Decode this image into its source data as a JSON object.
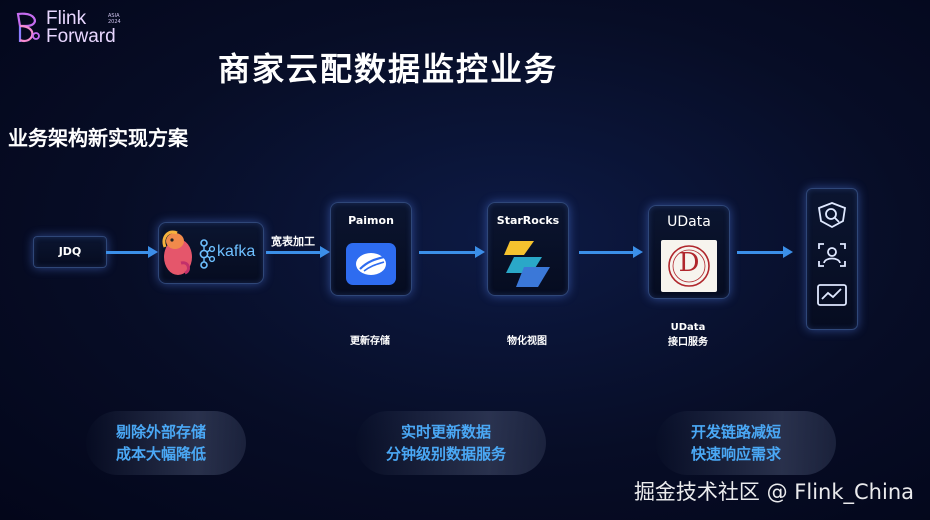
{
  "logo": {
    "name_line1": "Flink",
    "name_line2": "Forward",
    "tag_line1": "ASIA",
    "tag_line2": "2024"
  },
  "title": "商家云配数据监控业务",
  "subtitle": "业务架构新实现方案",
  "pipeline": {
    "jdq": "JDQ",
    "kafka": "kafka",
    "edge_label": "宽表加工",
    "paimon": {
      "label": "Paimon",
      "caption": "更新存储"
    },
    "starrocks": {
      "label": "StarRocks",
      "caption": "物化视图"
    },
    "udata": {
      "label": "UData",
      "caption_line1": "UData",
      "caption_line2": "接口服务",
      "logo_letter": "D"
    },
    "sink_icons": [
      "search-shield-icon",
      "user-scan-icon",
      "monitor-chart-icon"
    ]
  },
  "benefits": [
    {
      "line1": "剔除外部存储",
      "line2": "成本大幅降低"
    },
    {
      "line1": "实时更新数据",
      "line2": "分钟级别数据服务"
    },
    {
      "line1": "开发链路减短",
      "line2": "快速响应需求"
    }
  ],
  "watermark": "掘金技术社区 @ Flink_China",
  "colors": {
    "accent": "#3b8fe8",
    "benefit_text": "#4aa8f5",
    "background": "#070d26"
  }
}
